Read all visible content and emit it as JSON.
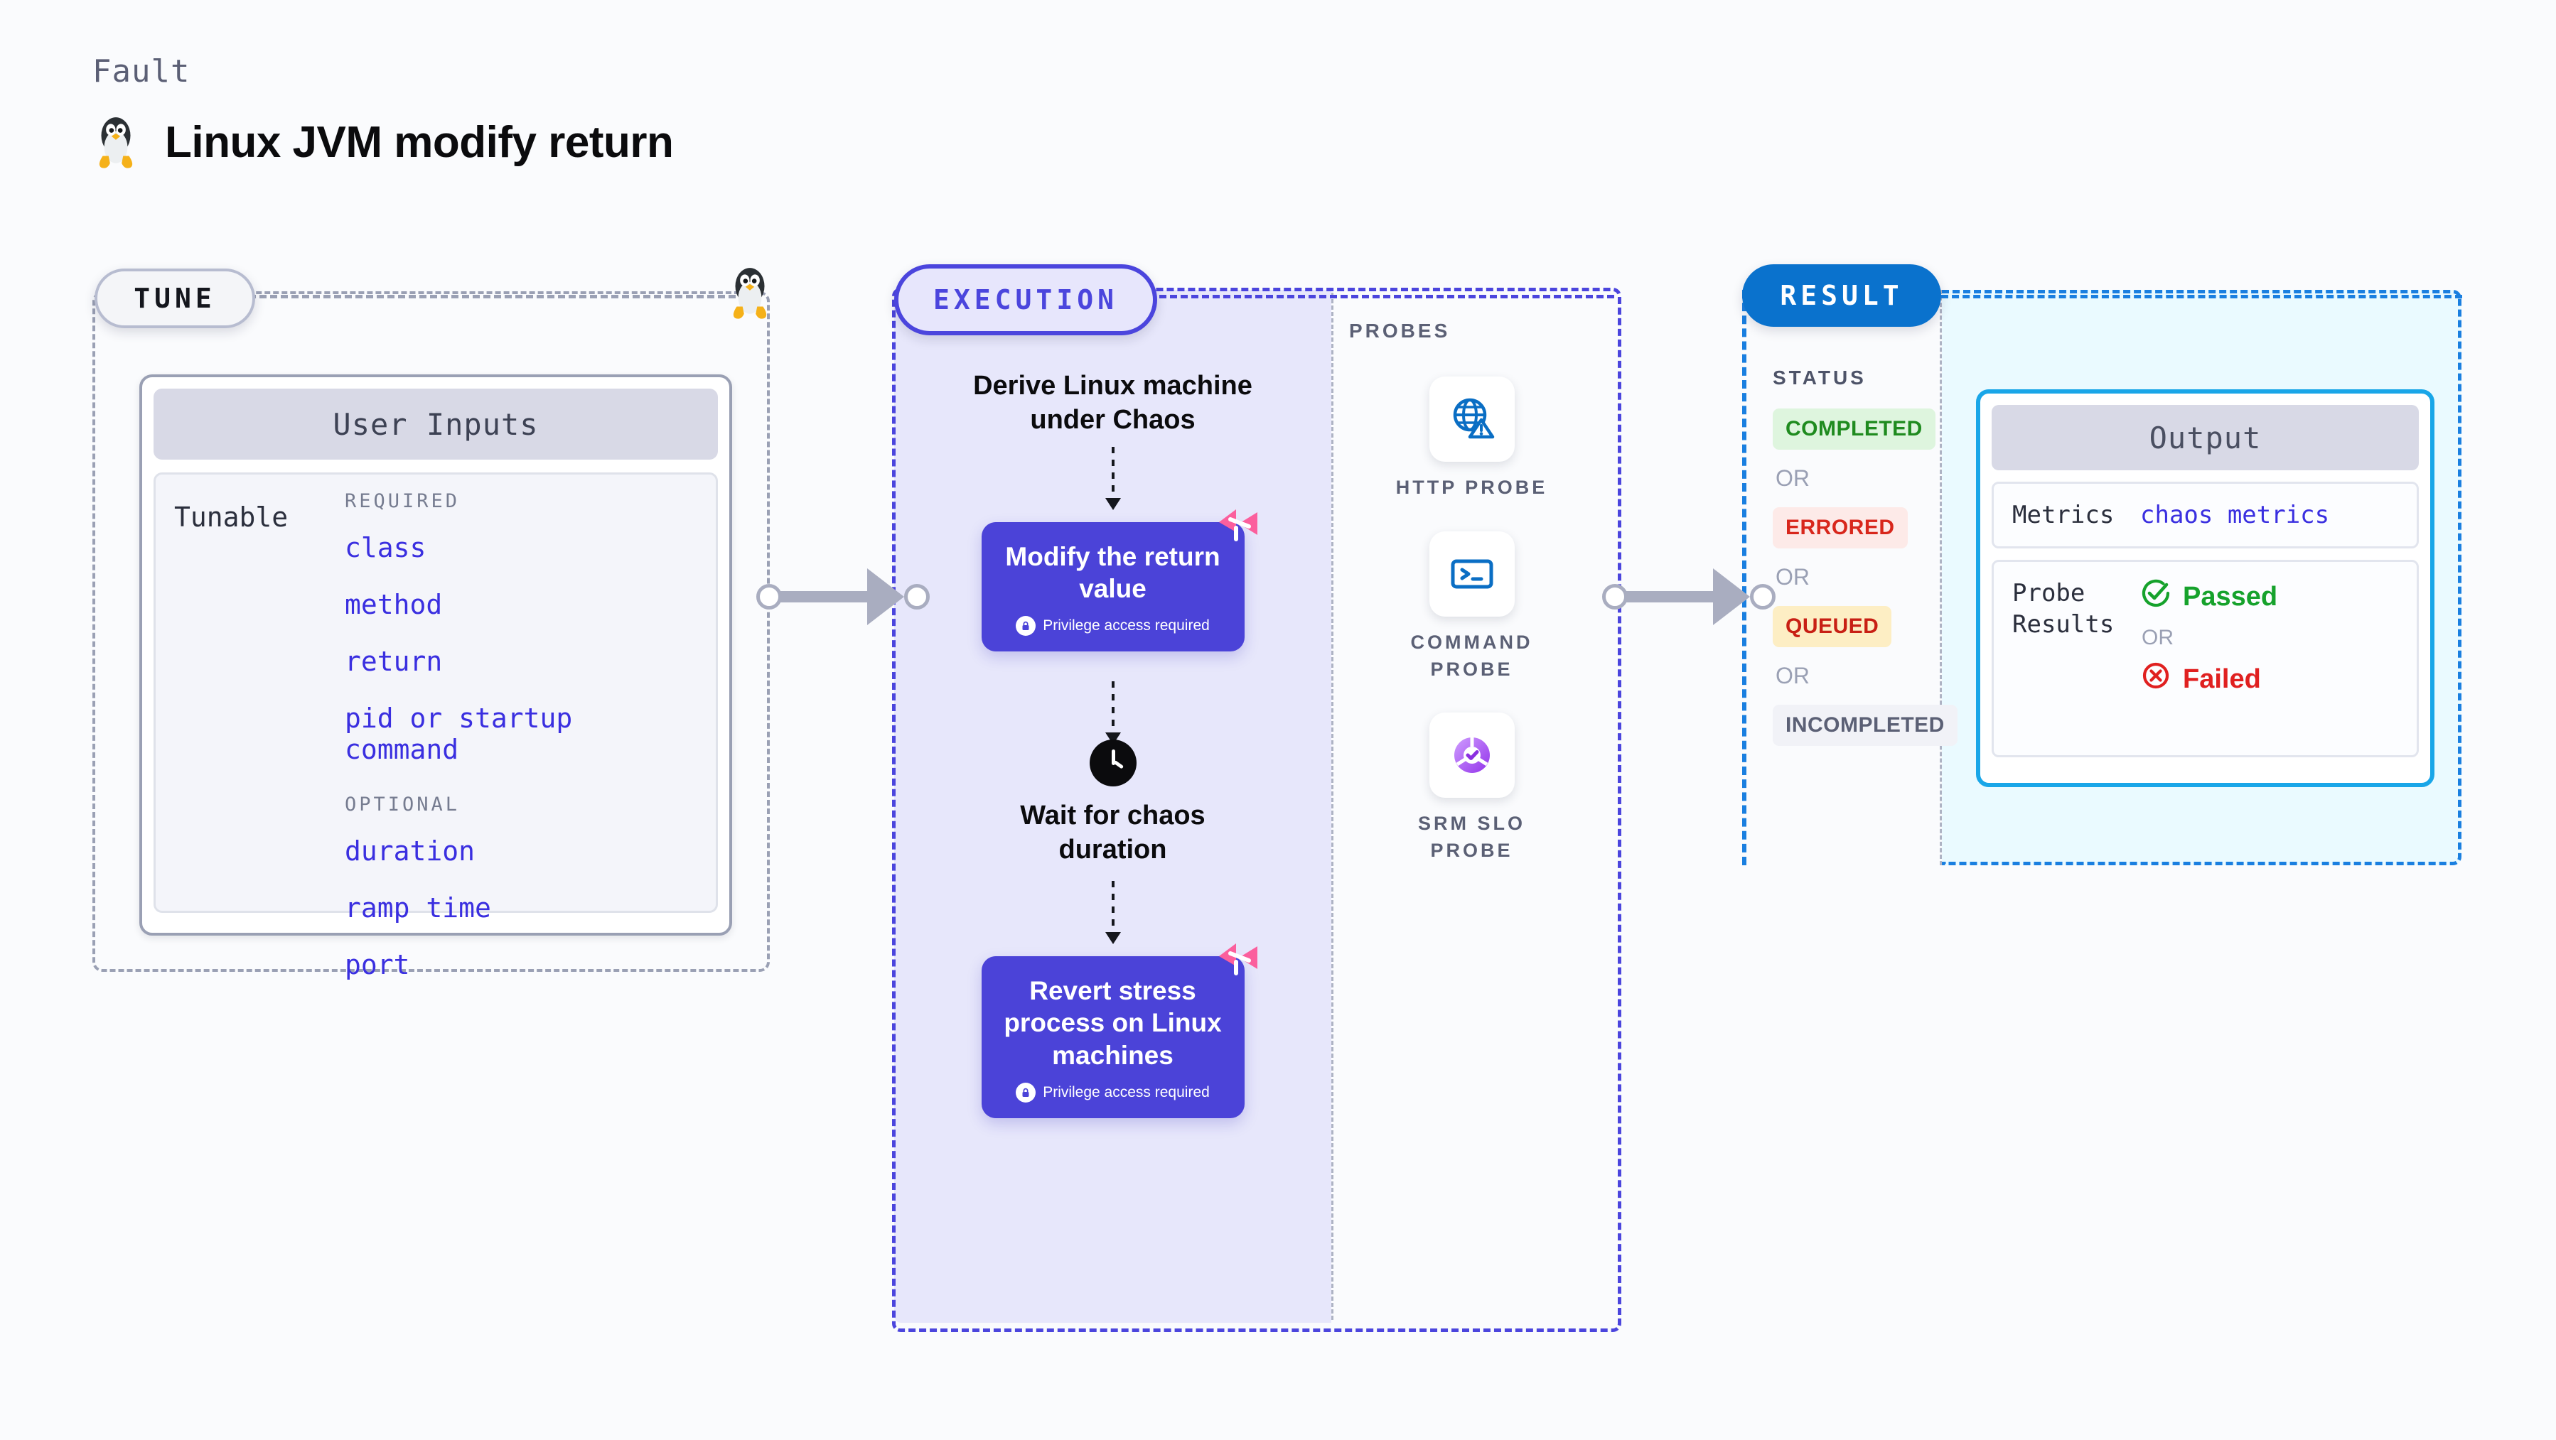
{
  "header": {
    "kicker": "Fault",
    "title": "Linux JVM modify return",
    "icon": "linux-penguin-icon"
  },
  "sections": {
    "tune": {
      "label": "TUNE"
    },
    "execution": {
      "label": "EXECUTION"
    },
    "result": {
      "label": "RESULT"
    },
    "probes": {
      "label": "PROBES"
    },
    "status": {
      "label": "STATUS"
    }
  },
  "tune": {
    "card_title": "User Inputs",
    "row_label": "Tunable",
    "groups": [
      {
        "label": "REQUIRED",
        "items": [
          "class",
          "method",
          "return",
          "pid or startup command"
        ]
      },
      {
        "label": "OPTIONAL",
        "items": [
          "duration",
          "ramp time",
          "port"
        ]
      }
    ]
  },
  "execution": {
    "step1": "Derive Linux machine under Chaos",
    "step2": {
      "title": "Modify the return value",
      "privilege": "Privilege access required",
      "badge_icon": "harness-logo-icon",
      "lock_icon": "lock-icon"
    },
    "step3": {
      "title": "Wait for chaos duration",
      "icon": "clock-icon"
    },
    "step4": {
      "title": "Revert stress process on Linux machines",
      "privilege": "Privilege access required",
      "badge_icon": "harness-logo-icon",
      "lock_icon": "lock-icon"
    }
  },
  "probes": [
    {
      "label": "HTTP PROBE",
      "icon": "globe-alert-icon"
    },
    {
      "label": "COMMAND PROBE",
      "icon": "terminal-icon"
    },
    {
      "label": "SRM SLO PROBE",
      "icon": "slo-donut-check-icon"
    }
  ],
  "status": {
    "separator": "OR",
    "badges": [
      {
        "text": "COMPLETED",
        "fg": "#1f8b1f",
        "bg": "#def5de"
      },
      {
        "text": "ERRORED",
        "fg": "#d8271c",
        "bg": "#fdeae8"
      },
      {
        "text": "QUEUED",
        "fg": "#c81f14",
        "bg": "#fdeec4"
      },
      {
        "text": "INCOMPLETED",
        "fg": "#5b6075",
        "bg": "#f1f2f7"
      }
    ]
  },
  "output": {
    "title": "Output",
    "metrics_key": "Metrics",
    "metrics_value": "chaos metrics",
    "probe_results_key": "Probe Results",
    "passed": "Passed",
    "failed": "Failed",
    "separator": "OR",
    "passed_icon": "check-circle-icon",
    "failed_icon": "x-circle-icon"
  },
  "colors": {
    "accent_purple": "#4b43d8",
    "accent_blue": "#0a72cd",
    "accent_cyan": "#19a6e8",
    "pink": "#fb5f9d",
    "tune_gray": "#9aa0b4",
    "value_blue": "#3a2fe0"
  }
}
